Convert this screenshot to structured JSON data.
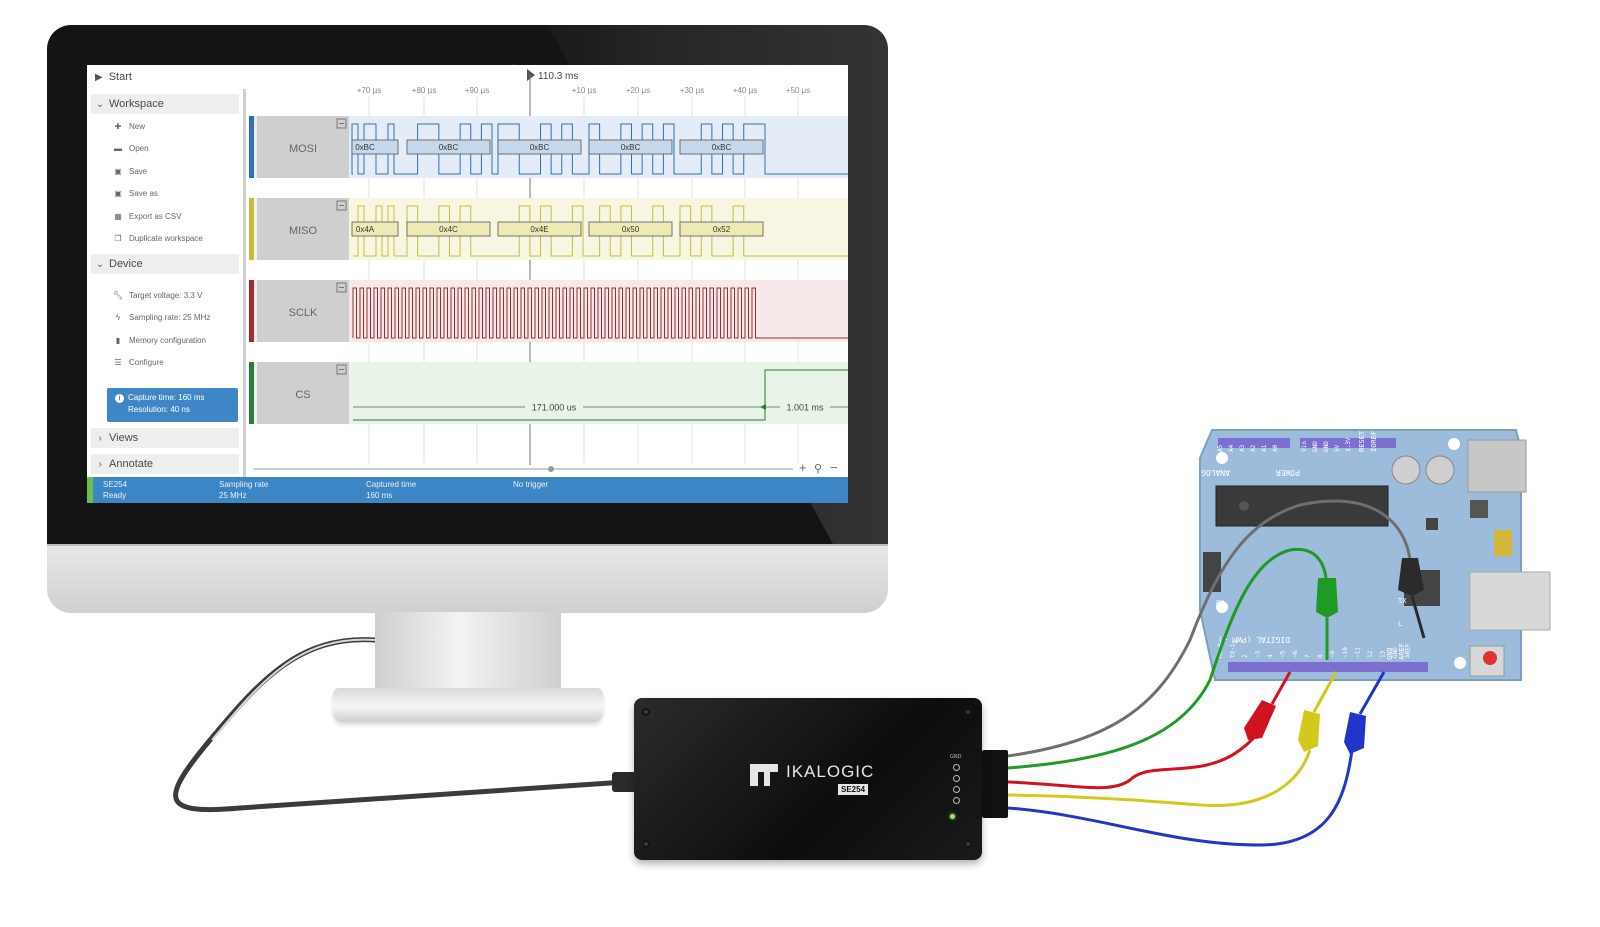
{
  "sidebar": {
    "start": "Start",
    "workspace": {
      "title": "Workspace",
      "items": [
        "New",
        "Open",
        "Save",
        "Save as",
        "Export as CSV",
        "Duplicate workspace"
      ]
    },
    "device": {
      "title": "Device",
      "items": [
        "Target voltage: 3.3 V",
        "Sampling rate: 25 MHz",
        "Memory configuration",
        "Configure"
      ]
    },
    "capture_info": {
      "line1": "Capture time: 160 ms",
      "line2": "Resolution: 40 ns"
    },
    "views": "Views",
    "annotate": "Annotate"
  },
  "timeline": {
    "cursor_label": "110.3 ms",
    "ticks": [
      "+70 µs",
      "+80 µs",
      "+90 µs",
      "+10 µs",
      "+20 µs",
      "+30 µs",
      "+40 µs",
      "+50 µs"
    ]
  },
  "channels": [
    {
      "name": "MOSI",
      "color": "#2e6fb7",
      "tint": "#e4edf7",
      "decoded": [
        "0xBC",
        "0xBC",
        "0xBC",
        "0xBC",
        "0xBC"
      ]
    },
    {
      "name": "MISO",
      "color": "#c7bd36",
      "tint": "#f7f6e2",
      "decoded": [
        "0x4A",
        "0x4C",
        "0x4E",
        "0x50",
        "0x52"
      ]
    },
    {
      "name": "SCLK",
      "color": "#9b2f2f",
      "tint": "#f7e9e9",
      "decoded": []
    },
    {
      "name": "CS",
      "color": "#2f7a38",
      "tint": "#eaf3e8",
      "decoded": []
    }
  ],
  "measurements": {
    "cs_low": "171.000 us",
    "cs_high": "1.001 ms"
  },
  "status_bar": {
    "device": "SE254",
    "state": "Ready",
    "sampling_rate_label": "Sampling rate",
    "sampling_rate": "25 MHz",
    "captured_time_label": "Captured time",
    "captured_time": "160 ms",
    "trigger": "No trigger"
  },
  "hardware": {
    "brand": "IKALOGIC",
    "model": "SE254",
    "gnd_label": "GND",
    "board_labels": {
      "analog_in": "ANALOG IN",
      "power": "POWER",
      "digital": "DIGITAL (PWM ~)",
      "on": "ON",
      "tx": "TX",
      "rx": "RX",
      "l": "L",
      "aref": "AREF",
      "gnd": "GND",
      "reset": "RESET",
      "ioref": "IOREF",
      "analog_pins": [
        "A5",
        "A4",
        "A3",
        "A2",
        "A1",
        "A0"
      ],
      "power_pins": [
        "Vin",
        "GND",
        "GND",
        "5V",
        "3.3V",
        "RESET",
        "IOREF"
      ],
      "digital_pins": [
        "RX-0",
        "TX-1",
        "2",
        "~3",
        "4",
        "~5",
        "~6",
        "7",
        "8",
        "~9",
        "~10",
        "~11",
        "12",
        "13",
        "GND",
        "AREF"
      ]
    },
    "probe_colors": {
      "mosi": "#1f36c8",
      "miso": "#d3c81c",
      "sclk": "#d1121f",
      "cs": "#1f9a25",
      "gnd": "#777777",
      "board": "#9dbbdb",
      "device": "#151515"
    }
  }
}
